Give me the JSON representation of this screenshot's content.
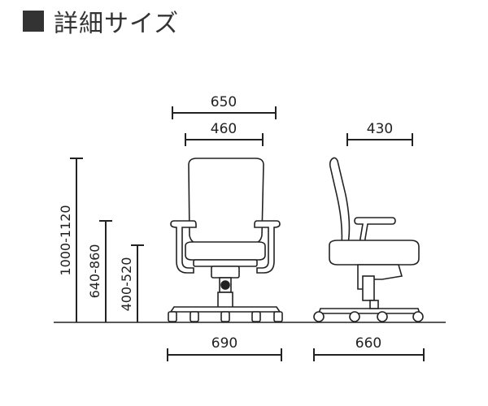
{
  "heading": {
    "title": "詳細サイズ",
    "bullet_icon": "black-square-icon"
  },
  "dimensions": {
    "front_overall_width": "650",
    "seat_width": "460",
    "side_seat_depth": "430",
    "front_base_width": "690",
    "side_base_depth": "660",
    "overall_height": "1000-1120",
    "armrest_height": "640-860",
    "seat_height": "400-520"
  },
  "colors": {
    "line": "#222222",
    "chair_fill": "#ffffff",
    "square": "#333333"
  }
}
